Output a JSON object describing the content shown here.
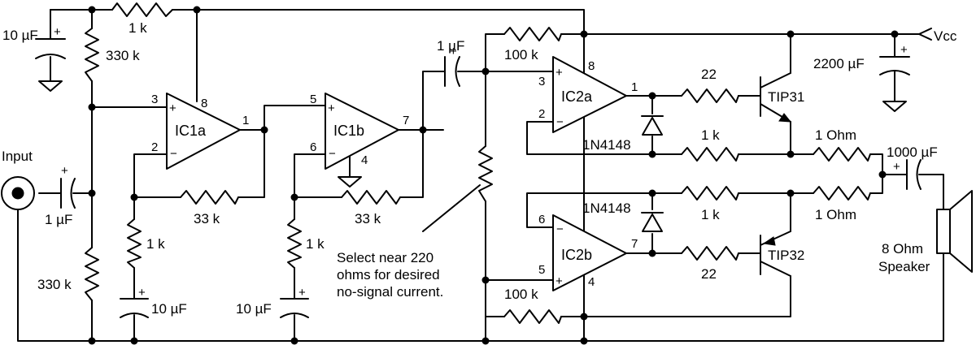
{
  "input": {
    "label": "Input"
  },
  "supply": {
    "label": "Vcc"
  },
  "ic1a": {
    "label": "IC1a",
    "pin_plus": "3",
    "pin_minus": "2",
    "pin_out": "1",
    "pin_supply": "8"
  },
  "ic1b": {
    "label": "IC1b",
    "pin_plus": "5",
    "pin_minus": "6",
    "pin_out": "7",
    "pin_gnd": "4"
  },
  "ic2a": {
    "label": "IC2a",
    "pin_plus": "3",
    "pin_minus": "2",
    "pin_out": "1",
    "pin_supply": "8"
  },
  "ic2b": {
    "label": "IC2b",
    "pin_plus": "5",
    "pin_minus": "6",
    "pin_out": "7",
    "pin_gnd": "4"
  },
  "components": {
    "c_top": "10 µF",
    "r_top": "1 k",
    "r_bias_top": "330 k",
    "c_input": "1 µF",
    "r_bias_bottom": "330 k",
    "r_fb1": "33 k",
    "r_g1": "1 k",
    "c_g1": "10 µF",
    "r_fb2": "33 k",
    "r_g2": "1 k",
    "c_g2": "10 µF",
    "c_couple": "1 µF",
    "r_fb3": "100 k",
    "r_fb4": "100 k",
    "c_supply": "2200 µF",
    "r_base1": "22",
    "r_base2": "22",
    "r_fb5": "1 k",
    "r_fb6": "1 k",
    "r_emit1": "1 Ohm",
    "r_emit2": "1 Ohm",
    "c_out": "1000 µF",
    "d1": "1N4148",
    "d2": "1N4148",
    "q1": "TIP31",
    "q2": "TIP32"
  },
  "note": {
    "line1": "Select near 220",
    "line2": "ohms for desired",
    "line3": "no-signal current."
  },
  "speaker": {
    "line1": "8 Ohm",
    "line2": "Speaker"
  },
  "polarity": {
    "plus": "+",
    "minus": "−"
  }
}
